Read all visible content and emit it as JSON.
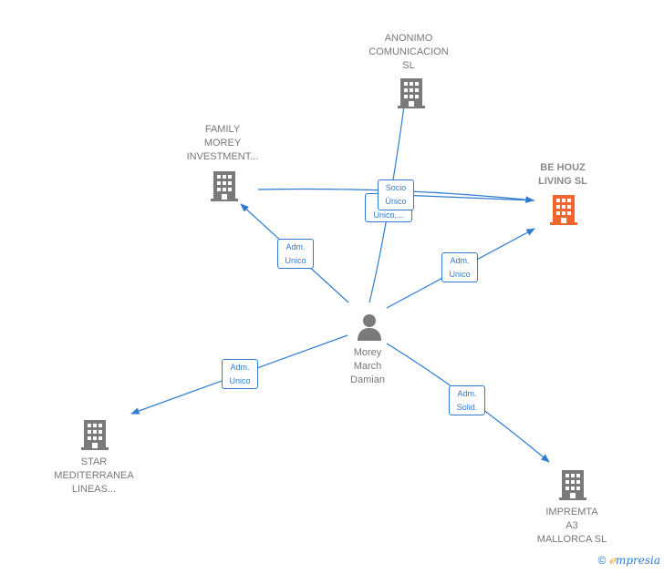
{
  "nodes": {
    "anonimo": {
      "label": "ANONIMO\nCOMUNICACION\nSL",
      "icon": "building-icon"
    },
    "family": {
      "label": "FAMILY\nMOREY\nINVESTMENT...",
      "icon": "building-icon"
    },
    "behouz": {
      "label": "BE HOUZ\nLIVING  SL",
      "icon": "building-icon",
      "color": "#f26531"
    },
    "person": {
      "label": "Morey\nMarch\nDamian",
      "icon": "person-icon"
    },
    "star": {
      "label": "STAR\nMEDITERRANEA\nLINEAS...",
      "icon": "building-icon"
    },
    "impremta": {
      "label": "IMPREMTA\nA3\nMALLORCA  SL",
      "icon": "building-icon"
    }
  },
  "edges": {
    "family_behouz": "Adm.\nUnico,...",
    "anonimo_behouz": "Socio\nÚnico",
    "person_family": "Adm.\nUnico",
    "person_behouz": "Adm.\nUnico",
    "person_star": "Adm.\nUnico",
    "person_impremta": "Adm.\nSolid."
  },
  "colors": {
    "edge": "#2f7bd1",
    "node": "#777777",
    "focus": "#f26531"
  },
  "footer": {
    "copyright_symbol": "©",
    "brand_first": "ℯ",
    "brand_rest": "mpresia"
  }
}
